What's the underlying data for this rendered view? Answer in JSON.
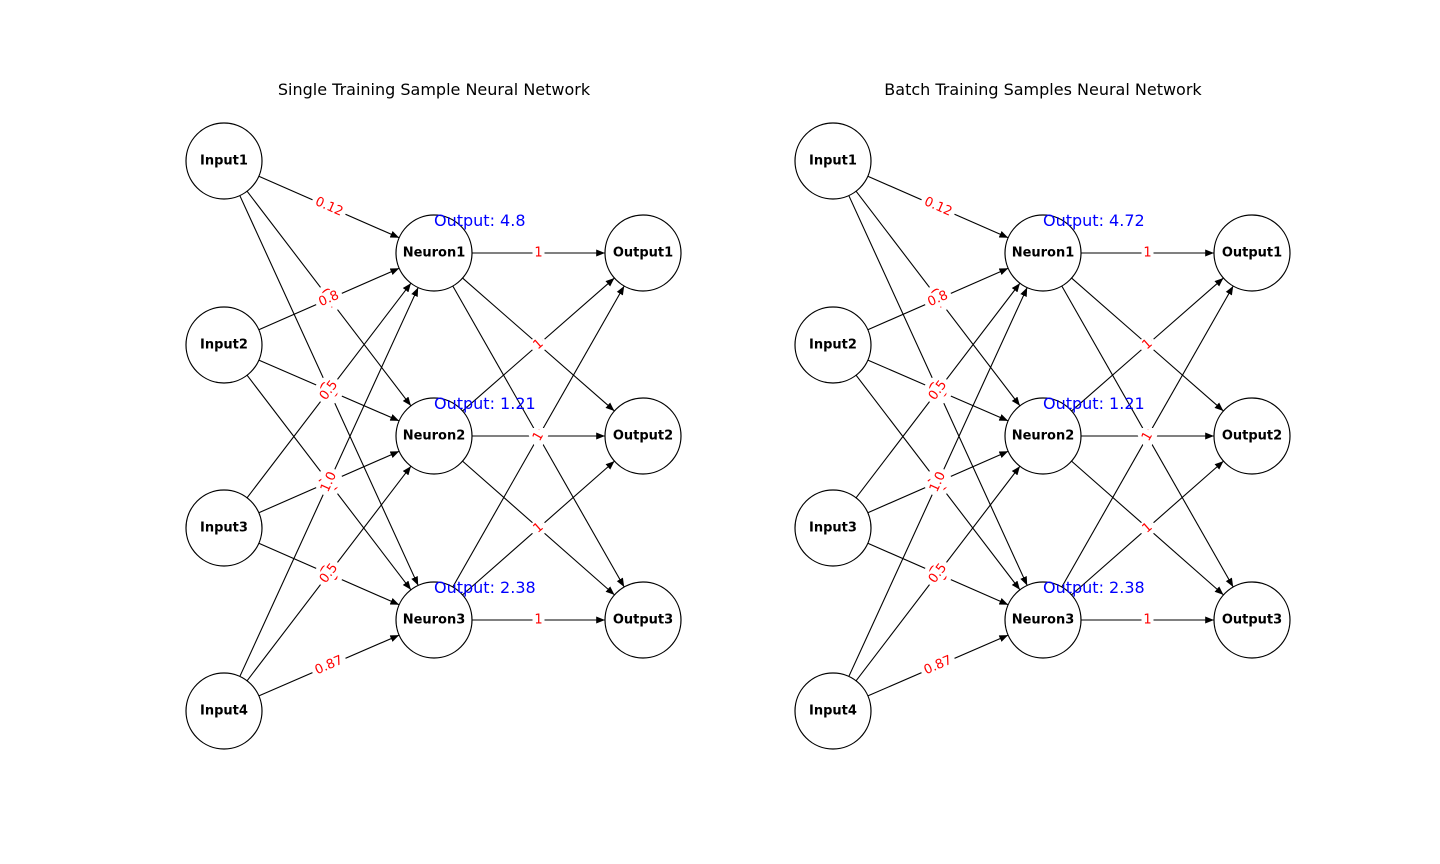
{
  "colors": {
    "edge_label": "#ff0000",
    "output_annotation": "#0000ff",
    "node_fill": "#ffffff",
    "node_stroke": "#000000"
  },
  "panels": [
    {
      "title": "Single Training Sample Neural Network",
      "nodes": {
        "inputs": [
          "Input1",
          "Input2",
          "Input3",
          "Input4"
        ],
        "hidden": [
          "Neuron1",
          "Neuron2",
          "Neuron3"
        ],
        "outputs": [
          "Output1",
          "Output2",
          "Output3"
        ]
      },
      "input_weights": [
        [
          "0.12",
          "0.2",
          "0.5"
        ],
        [
          "0.8",
          "0.5",
          "1.0"
        ],
        [
          "0.5",
          "1.0",
          "0.5"
        ],
        [
          "1.0",
          "0.5",
          "0.87"
        ]
      ],
      "hidden_weights": [
        [
          "1",
          "1",
          "1"
        ],
        [
          "1",
          "1",
          "1"
        ],
        [
          "1",
          "1",
          "1"
        ]
      ],
      "hidden_outputs": [
        "Output: 4.8",
        "Output: 1.21",
        "Output: 2.38"
      ]
    },
    {
      "title": "Batch Training Samples Neural Network",
      "nodes": {
        "inputs": [
          "Input1",
          "Input2",
          "Input3",
          "Input4"
        ],
        "hidden": [
          "Neuron1",
          "Neuron2",
          "Neuron3"
        ],
        "outputs": [
          "Output1",
          "Output2",
          "Output3"
        ]
      },
      "input_weights": [
        [
          "0.12",
          "0.2",
          "0.5"
        ],
        [
          "0.8",
          "0.5",
          "1.0"
        ],
        [
          "0.5",
          "1.0",
          "0.5"
        ],
        [
          "1.0",
          "0.5",
          "0.87"
        ]
      ],
      "hidden_weights": [
        [
          "1",
          "1",
          "1"
        ],
        [
          "1",
          "1",
          "1"
        ],
        [
          "1",
          "1",
          "1"
        ]
      ],
      "hidden_outputs": [
        "Output: 4.72",
        "Output: 1.21",
        "Output: 2.38"
      ]
    }
  ]
}
